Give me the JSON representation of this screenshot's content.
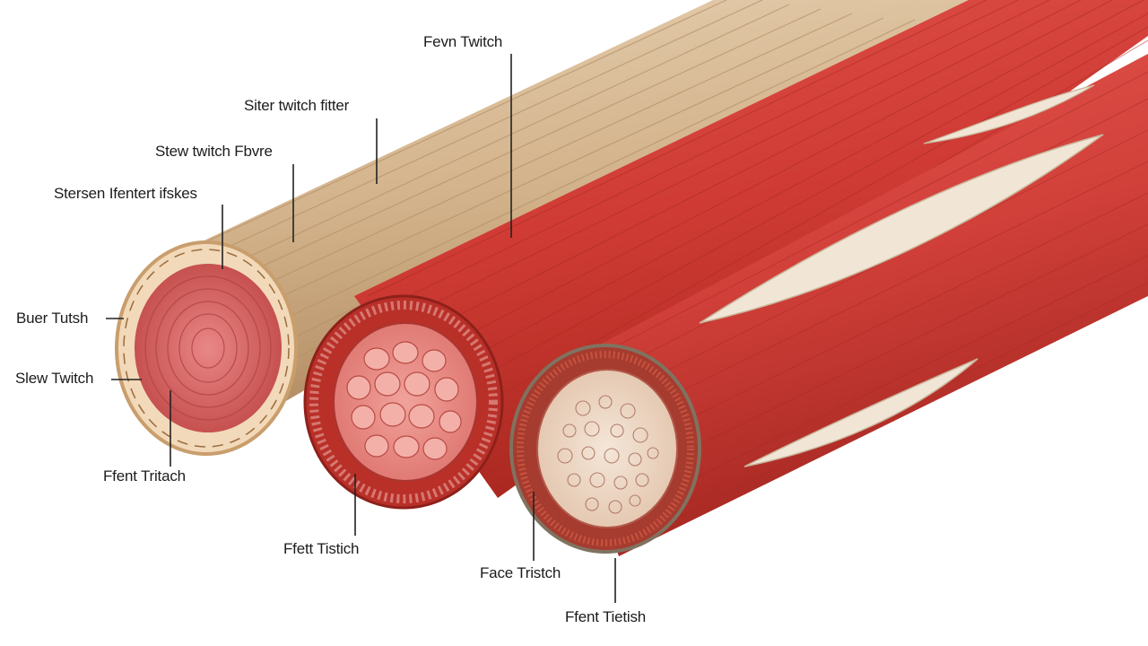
{
  "labels": {
    "fevn_twitch": "Fevn Twitch",
    "slower_twitch_fiber": "Siter twitch fitter",
    "slow_twitch_fibre": "Stew twitch Fbvre",
    "slow_twitch_fibres": "Stersen Ifentert ifskes",
    "buer_tutsh": "Buer Tutsh",
    "slew_twitch": "Slew Twitch",
    "fast_twitch_a": "Ffent Tritach",
    "fast_twitch_b": "Ffett Tistich",
    "face_twitch": "Face Tristch",
    "fast_twitch_c": "Ffent Tietish"
  },
  "colors": {
    "slow_fiber": "#d6b894",
    "slow_fiber_dark": "#b99770",
    "muscle_red": "#cc3a33",
    "muscle_dark": "#9e2621",
    "core_pink": "#e07a7a",
    "fascia_cream": "#f1e6d6"
  }
}
